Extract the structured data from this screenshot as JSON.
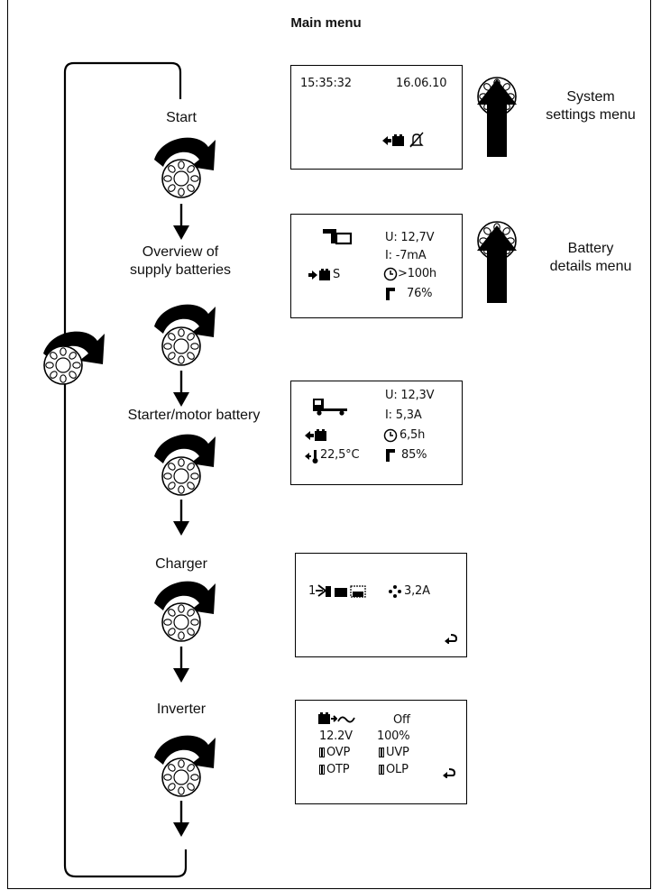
{
  "title": "Main menu",
  "steps": {
    "start": "Start",
    "overview_line1": "Overview of",
    "overview_line2": "supply batteries",
    "starter": "Starter/motor battery",
    "charger": "Charger",
    "inverter": "Inverter"
  },
  "side_labels": {
    "system_line1": "System",
    "system_line2": "settings menu",
    "battery_line1": "Battery",
    "battery_line2": "details menu"
  },
  "screens": {
    "start": {
      "time": "15:35:32",
      "date": "16.06.10"
    },
    "supply": {
      "voltage": "U: 12,7V",
      "current": "I:  -7mA",
      "time_remaining": ">100h",
      "charge": "76%",
      "bank": "S"
    },
    "starter": {
      "voltage": "U: 12,3V",
      "current": "I:  5,3A",
      "time_remaining": "6,5h",
      "temperature": "22,5°C",
      "charge": "85%"
    },
    "charger": {
      "prefix": "1",
      "current": "3,2A"
    },
    "inverter": {
      "state": "Off",
      "voltage": "12.2V",
      "level": "100%",
      "flag1": "OVP",
      "flag2": "UVP",
      "flag3": "OTP",
      "flag4": "OLP"
    }
  },
  "icons": [
    "rotary-knob-icon",
    "turn-arrow-icon",
    "down-arrow-icon",
    "up-arrow-icon",
    "battery-icon",
    "bell-off-icon",
    "truck-icon",
    "clock-icon",
    "fuel-gauge-icon",
    "thermometer-icon",
    "fan-icon",
    "return-icon",
    "sine-wave-icon",
    "plug-icon"
  ]
}
